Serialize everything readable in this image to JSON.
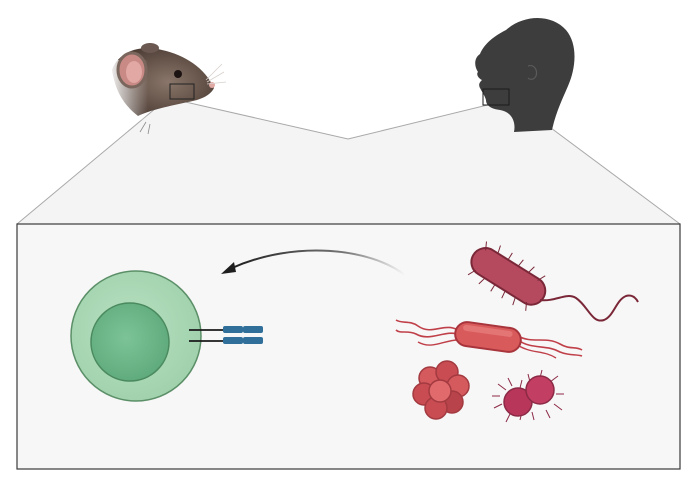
{
  "figure": {
    "subjects": [
      {
        "id": "mouse",
        "icon": "mouse-head-icon"
      },
      {
        "id": "human",
        "icon": "human-head-icon"
      }
    ],
    "zoom_box": {
      "icon": "zoom-callout"
    },
    "immune_cell": {
      "icon": "immune-cell-icon",
      "receptor_icon": "antibody-receptor-icon"
    },
    "arrow": {
      "icon": "curved-arrow-icon",
      "direction": "microbes-to-immune-cell"
    },
    "microbes": [
      {
        "id": "flagellated-rod",
        "icon": "flagellated-bacterium-icon"
      },
      {
        "id": "peritrichous-rod",
        "icon": "peritrichous-bacterium-icon"
      },
      {
        "id": "coccus-cluster",
        "icon": "staphylococcus-icon"
      },
      {
        "id": "diplococcus",
        "icon": "diplococcus-icon"
      }
    ],
    "colors": {
      "panel_bg": "#f7f7f7",
      "panel_border": "#3a3a3a",
      "mouse_fur": "#7a665c",
      "human_silhouette": "#3d3d3d",
      "cell_outer": "#a8d8b4",
      "cell_inner": "#6cb88a",
      "receptor": "#2f6f9a",
      "microbe_red": "#c0404a",
      "microbe_dark": "#9c2d48",
      "arrow": "#1e1e1e"
    }
  }
}
